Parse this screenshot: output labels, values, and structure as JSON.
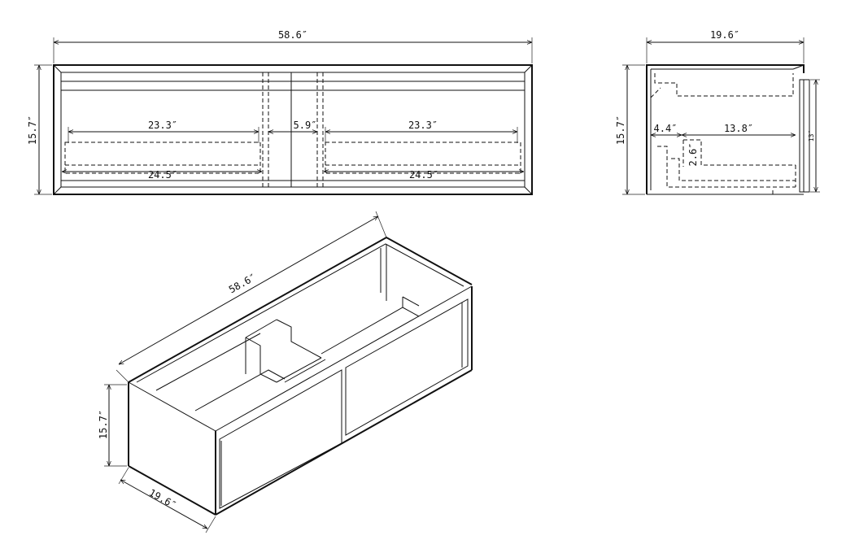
{
  "front_view": {
    "overall_width": "58.6″",
    "height": "15.7″",
    "drawer_inner_left": "23.3″",
    "drawer_inner_right": "23.3″",
    "divider": "5.9″",
    "drawer_outer_left": "24.5″",
    "drawer_outer_right": "24.5″"
  },
  "side_view": {
    "depth": "19.6″",
    "height": "15.7″",
    "offset": "4.4″",
    "inner_depth": "13.8″",
    "notch_height": "2.6″",
    "drawer_height": "13″"
  },
  "iso_view": {
    "width": "58.6″",
    "height": "15.7″",
    "depth": "19.6″"
  }
}
